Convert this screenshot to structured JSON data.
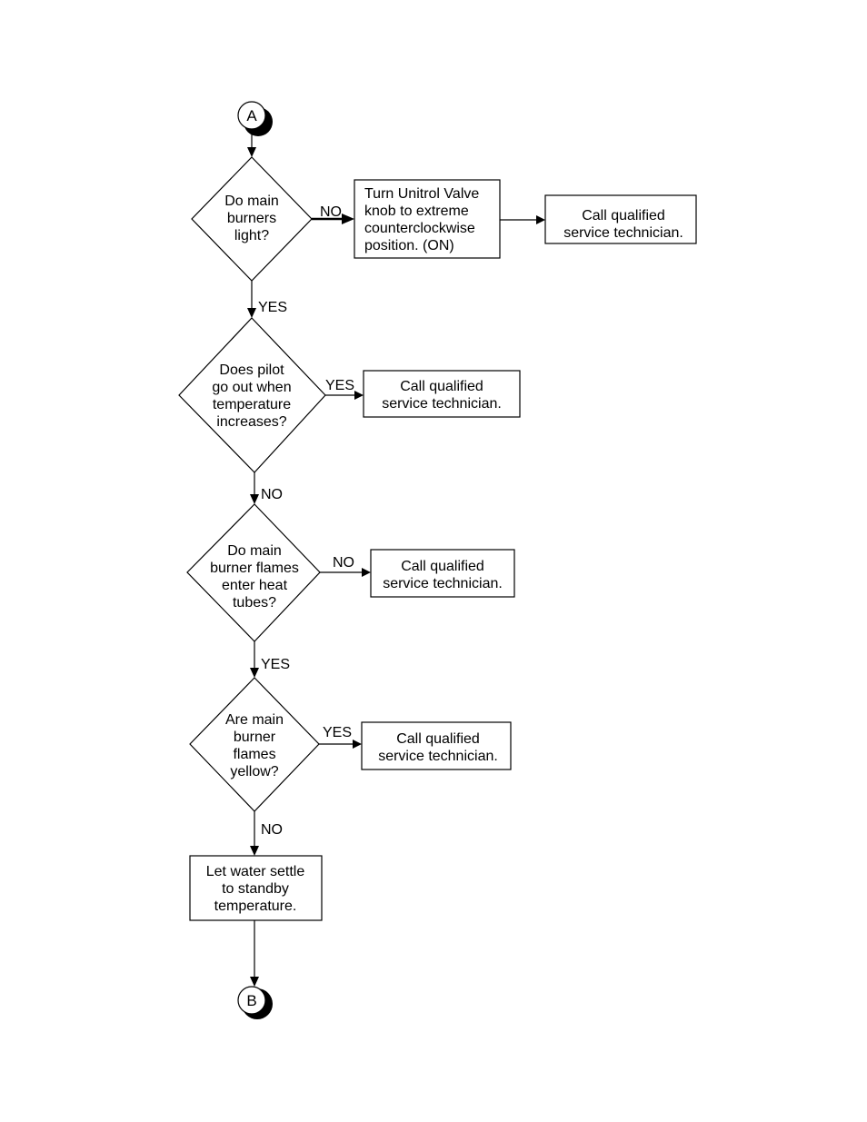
{
  "connectors": {
    "start": "A",
    "end": "B"
  },
  "decisions": {
    "main_burners_light": [
      "Do main",
      "burners",
      "light?"
    ],
    "pilot_goes_out": [
      "Does pilot",
      "go out when",
      "temperature",
      "increases?"
    ],
    "flames_enter_tubes": [
      "Do main",
      "burner flames",
      "enter heat",
      "tubes?"
    ],
    "flames_yellow": [
      "Are main",
      "burner",
      "flames",
      "yellow?"
    ]
  },
  "processes": {
    "turn_unitrol_valve": [
      "Turn Unitrol Valve",
      "knob to extreme",
      "counterclockwise",
      "position. (ON)"
    ],
    "call_technician_1": [
      "Call qualified",
      "service technician."
    ],
    "call_technician_2": [
      "Call qualified",
      "service technician."
    ],
    "call_technician_3": [
      "Call qualified",
      "service technician."
    ],
    "call_technician_4": [
      "Call qualified",
      "service technician."
    ],
    "let_water_settle": [
      "Let water settle",
      "to standby",
      "temperature."
    ]
  },
  "edge_labels": {
    "light_no": "NO",
    "light_yes": "YES",
    "pilot_yes": "YES",
    "pilot_no": "NO",
    "tubes_no": "NO",
    "tubes_yes": "YES",
    "yellow_yes": "YES",
    "yellow_no": "NO"
  }
}
